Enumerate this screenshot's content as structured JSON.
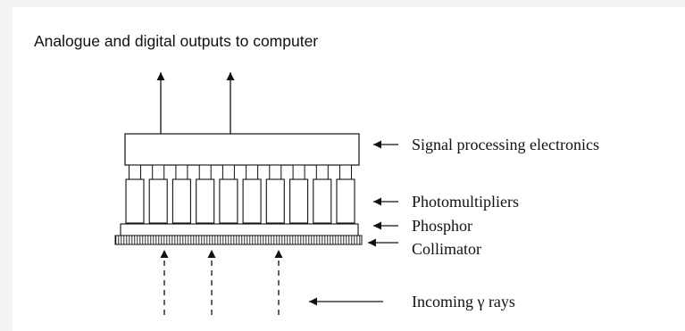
{
  "title": "Analogue and digital outputs to computer",
  "labels": {
    "signal": "Signal processing electronics",
    "pmt": "Photomultipliers",
    "phosphor": "Phosphor",
    "collimator": "Collimator",
    "incoming": "Incoming γ rays"
  },
  "components": {
    "photomultiplier_count": 10,
    "connector_count": 10,
    "output_arrow_count": 2,
    "incoming_ray_count": 3
  }
}
